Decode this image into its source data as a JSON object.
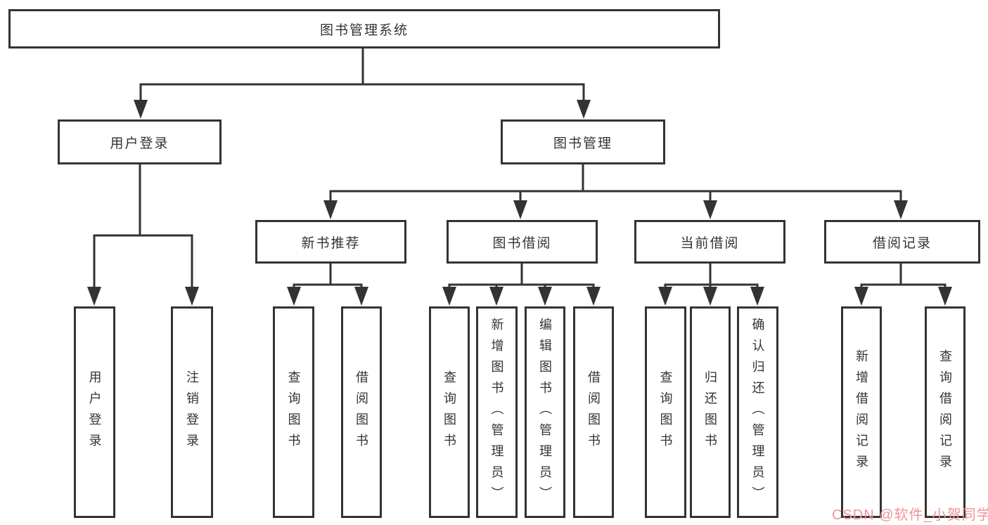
{
  "diagram": {
    "root": {
      "label": "图书管理系统"
    },
    "level2": [
      {
        "id": "user-login",
        "label": "用户登录"
      },
      {
        "id": "book-management",
        "label": "图书管理"
      }
    ],
    "level3": [
      {
        "id": "new-book-recommend",
        "label": "新书推荐",
        "parent": "图书管理"
      },
      {
        "id": "book-borrow",
        "label": "图书借阅",
        "parent": "图书管理"
      },
      {
        "id": "current-borrow",
        "label": "当前借阅",
        "parent": "图书管理"
      },
      {
        "id": "borrow-records",
        "label": "借阅记录",
        "parent": "图书管理"
      }
    ],
    "leaves": [
      {
        "id": "leaf-user-login",
        "label": "用户登录",
        "parent": "用户登录"
      },
      {
        "id": "leaf-logout",
        "label": "注销登录",
        "parent": "用户登录"
      },
      {
        "id": "leaf-query-books-recommend",
        "label": "查询图书",
        "parent": "新书推荐"
      },
      {
        "id": "leaf-borrow-books-recommend",
        "label": "借阅图书",
        "parent": "新书推荐"
      },
      {
        "id": "leaf-query-books-borrow",
        "label": "查询图书",
        "parent": "图书借阅"
      },
      {
        "id": "leaf-add-books-admin",
        "label": "新增图书（管理员）",
        "parent": "图书借阅"
      },
      {
        "id": "leaf-edit-books-admin",
        "label": "编辑图书（管理员）",
        "parent": "图书借阅"
      },
      {
        "id": "leaf-borrow-books",
        "label": "借阅图书",
        "parent": "图书借阅"
      },
      {
        "id": "leaf-query-books-current",
        "label": "查询图书",
        "parent": "当前借阅"
      },
      {
        "id": "leaf-return-books",
        "label": "归还图书",
        "parent": "当前借阅"
      },
      {
        "id": "leaf-confirm-return-admin",
        "label": "确认归还（管理员）",
        "parent": "当前借阅"
      },
      {
        "id": "leaf-add-borrow-record",
        "label": "新增借阅记录",
        "parent": "借阅记录"
      },
      {
        "id": "leaf-query-borrow-record",
        "label": "查询借阅记录",
        "parent": "借阅记录"
      }
    ]
  },
  "watermark": {
    "text": "CSDN @软件_小贺同学",
    "color": "#ef9498"
  },
  "colors": {
    "background": "#ffffff",
    "box_border": "#333333",
    "line": "#333333",
    "text": "#333333"
  }
}
